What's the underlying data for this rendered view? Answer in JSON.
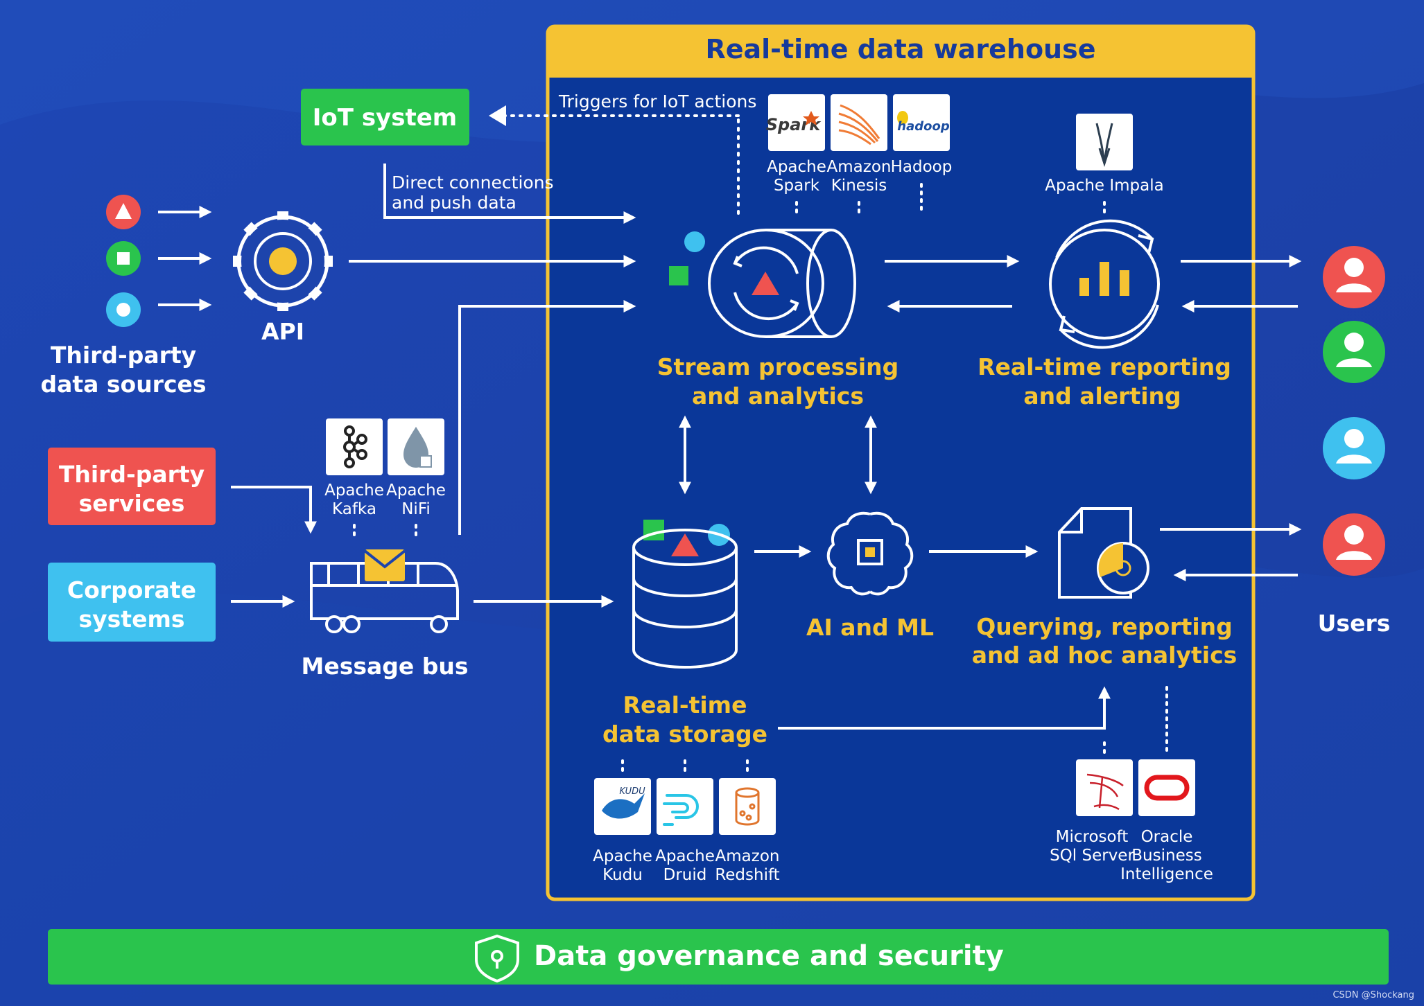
{
  "warehouse": {
    "title": "Real-time data warehouse"
  },
  "iot": {
    "label": "IoT system",
    "triggers_label": "Triggers for IoT actions"
  },
  "direct_connections": {
    "line1": "Direct connections",
    "line2": "and push data"
  },
  "third_party_sources": {
    "line1": "Third-party",
    "line2": "data sources"
  },
  "api": {
    "label": "API"
  },
  "third_party_services": {
    "line1": "Third-party",
    "line2": "services"
  },
  "corporate_systems": {
    "line1": "Corporate",
    "line2": "systems"
  },
  "message_bus": {
    "label": "Message bus"
  },
  "bus_tools": [
    {
      "line1": "Apache",
      "line2": "Kafka"
    },
    {
      "line1": "Apache",
      "line2": "NiFi"
    }
  ],
  "stream_tools": [
    {
      "line1": "Apache",
      "line2": "Spark",
      "logo": "Spark"
    },
    {
      "line1": "Amazon",
      "line2": "Kinesis"
    },
    {
      "line1": "Hadoop",
      "line2": "",
      "logo": "hadoop"
    }
  ],
  "stream": {
    "line1": "Stream processing",
    "line2": "and analytics"
  },
  "impala": {
    "label": "Apache Impala"
  },
  "reporting_alerting": {
    "line1": "Real-time reporting",
    "line2": "and alerting"
  },
  "ai": {
    "label": "AI and ML"
  },
  "storage": {
    "line1": "Real-time",
    "line2": "data storage"
  },
  "storage_tools": [
    {
      "line1": "Apache",
      "line2": "Kudu",
      "logo": "KUDU"
    },
    {
      "line1": "Apache",
      "line2": "Druid"
    },
    {
      "line1": "Amazon",
      "line2": "Redshift"
    }
  ],
  "querying": {
    "line1": "Querying, reporting",
    "line2": "and ad hoc analytics"
  },
  "bi_tools": [
    {
      "line1": "Microsoft",
      "line2": "SQl Server",
      "line3": ""
    },
    {
      "line1": "Oracle",
      "line2": "Business",
      "line3": "Intelligence"
    }
  ],
  "users": {
    "label": "Users"
  },
  "governance": {
    "label": "Data governance and security"
  },
  "watermark": "CSDN @Shockang",
  "colors": {
    "background": "#1a3fa6",
    "warehouse_fill": "#0a3799",
    "warehouse_border": "#f5c333",
    "accent_yellow": "#f5c333",
    "green": "#2ac44d",
    "red": "#ef5350",
    "cyan": "#3fc1ef"
  }
}
